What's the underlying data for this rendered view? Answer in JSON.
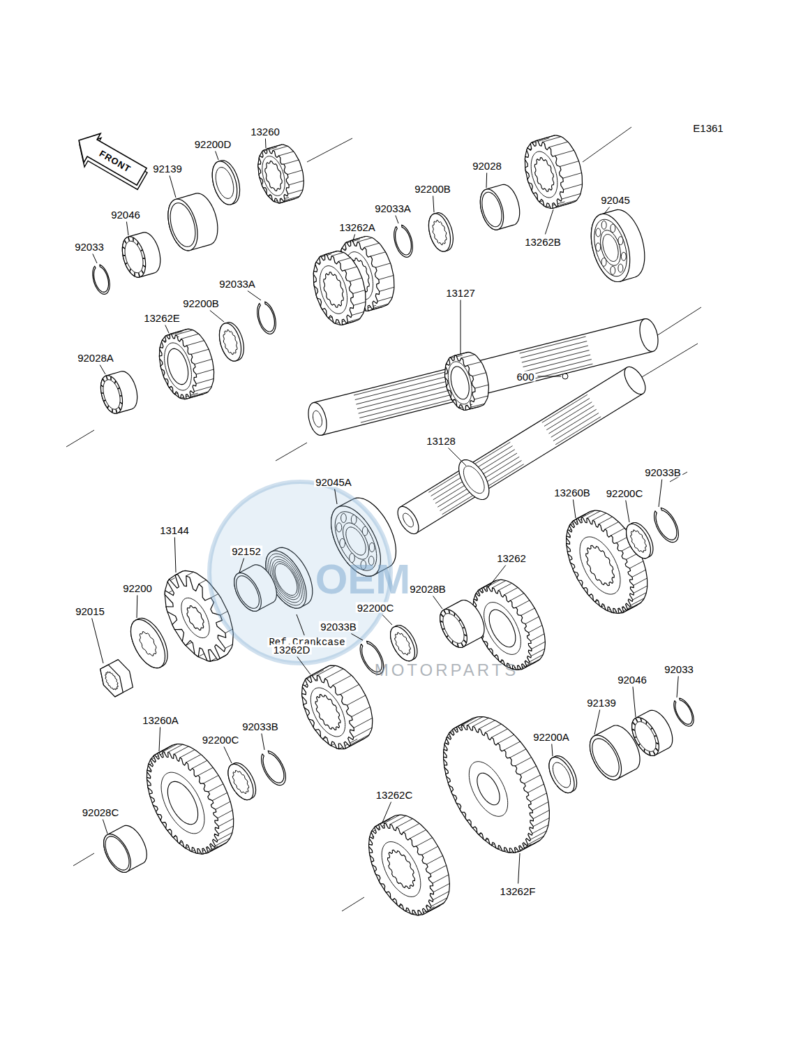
{
  "diagram": {
    "labels": [
      "E1361",
      "FRONT",
      "13260",
      "92200D",
      "92139",
      "92046",
      "92033",
      "92028",
      "92200B",
      "92033A",
      "92045",
      "13262B",
      "13262A",
      "92033A",
      "92200B",
      "13262E",
      "13127",
      "92028A",
      "600",
      "92045A",
      "13128",
      "92033B",
      "13260B",
      "92200C",
      "13144",
      "92152",
      "13262",
      "92200",
      "92015",
      "Ref.Crankcase",
      "92028B",
      "92200C",
      "92033B",
      "13262D",
      "92033",
      "92046",
      "92139",
      "13260A",
      "92200C",
      "92033B",
      "92200A",
      "92028C",
      "13262C",
      "13262F",
      "OEM",
      "MOTORPARTS"
    ]
  }
}
